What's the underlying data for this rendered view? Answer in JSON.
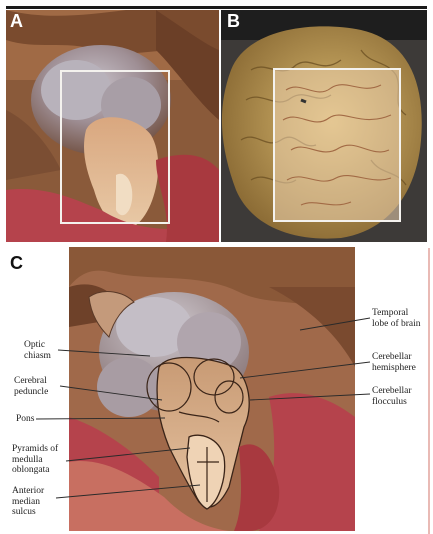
{
  "panels": {
    "a": {
      "letter": "A"
    },
    "b": {
      "letter": "B"
    },
    "c": {
      "letter": "C"
    }
  },
  "labels_left": {
    "optic_chiasm": "Optic\nchiasm",
    "cerebral_peduncle": "Cerebral\npeduncle",
    "pons": "Pons",
    "pyramids": "Pyramids of\nmedulla\noblongata",
    "anterior_median_sulcus": "Anterior\nmedian\nsulcus"
  },
  "labels_right": {
    "temporal_lobe": "Temporal\nlobe of brain",
    "cerebellar_hemisphere": "Cerebellar\nhemisphere",
    "cerebellar_flocculus": "Cerebellar\nflocculus"
  },
  "colors": {
    "fresco_red": "#b5434c",
    "fresco_skin": "#c98a62",
    "brain_specimen": "#c9a15c",
    "roi_border": "#f4f2ee"
  }
}
